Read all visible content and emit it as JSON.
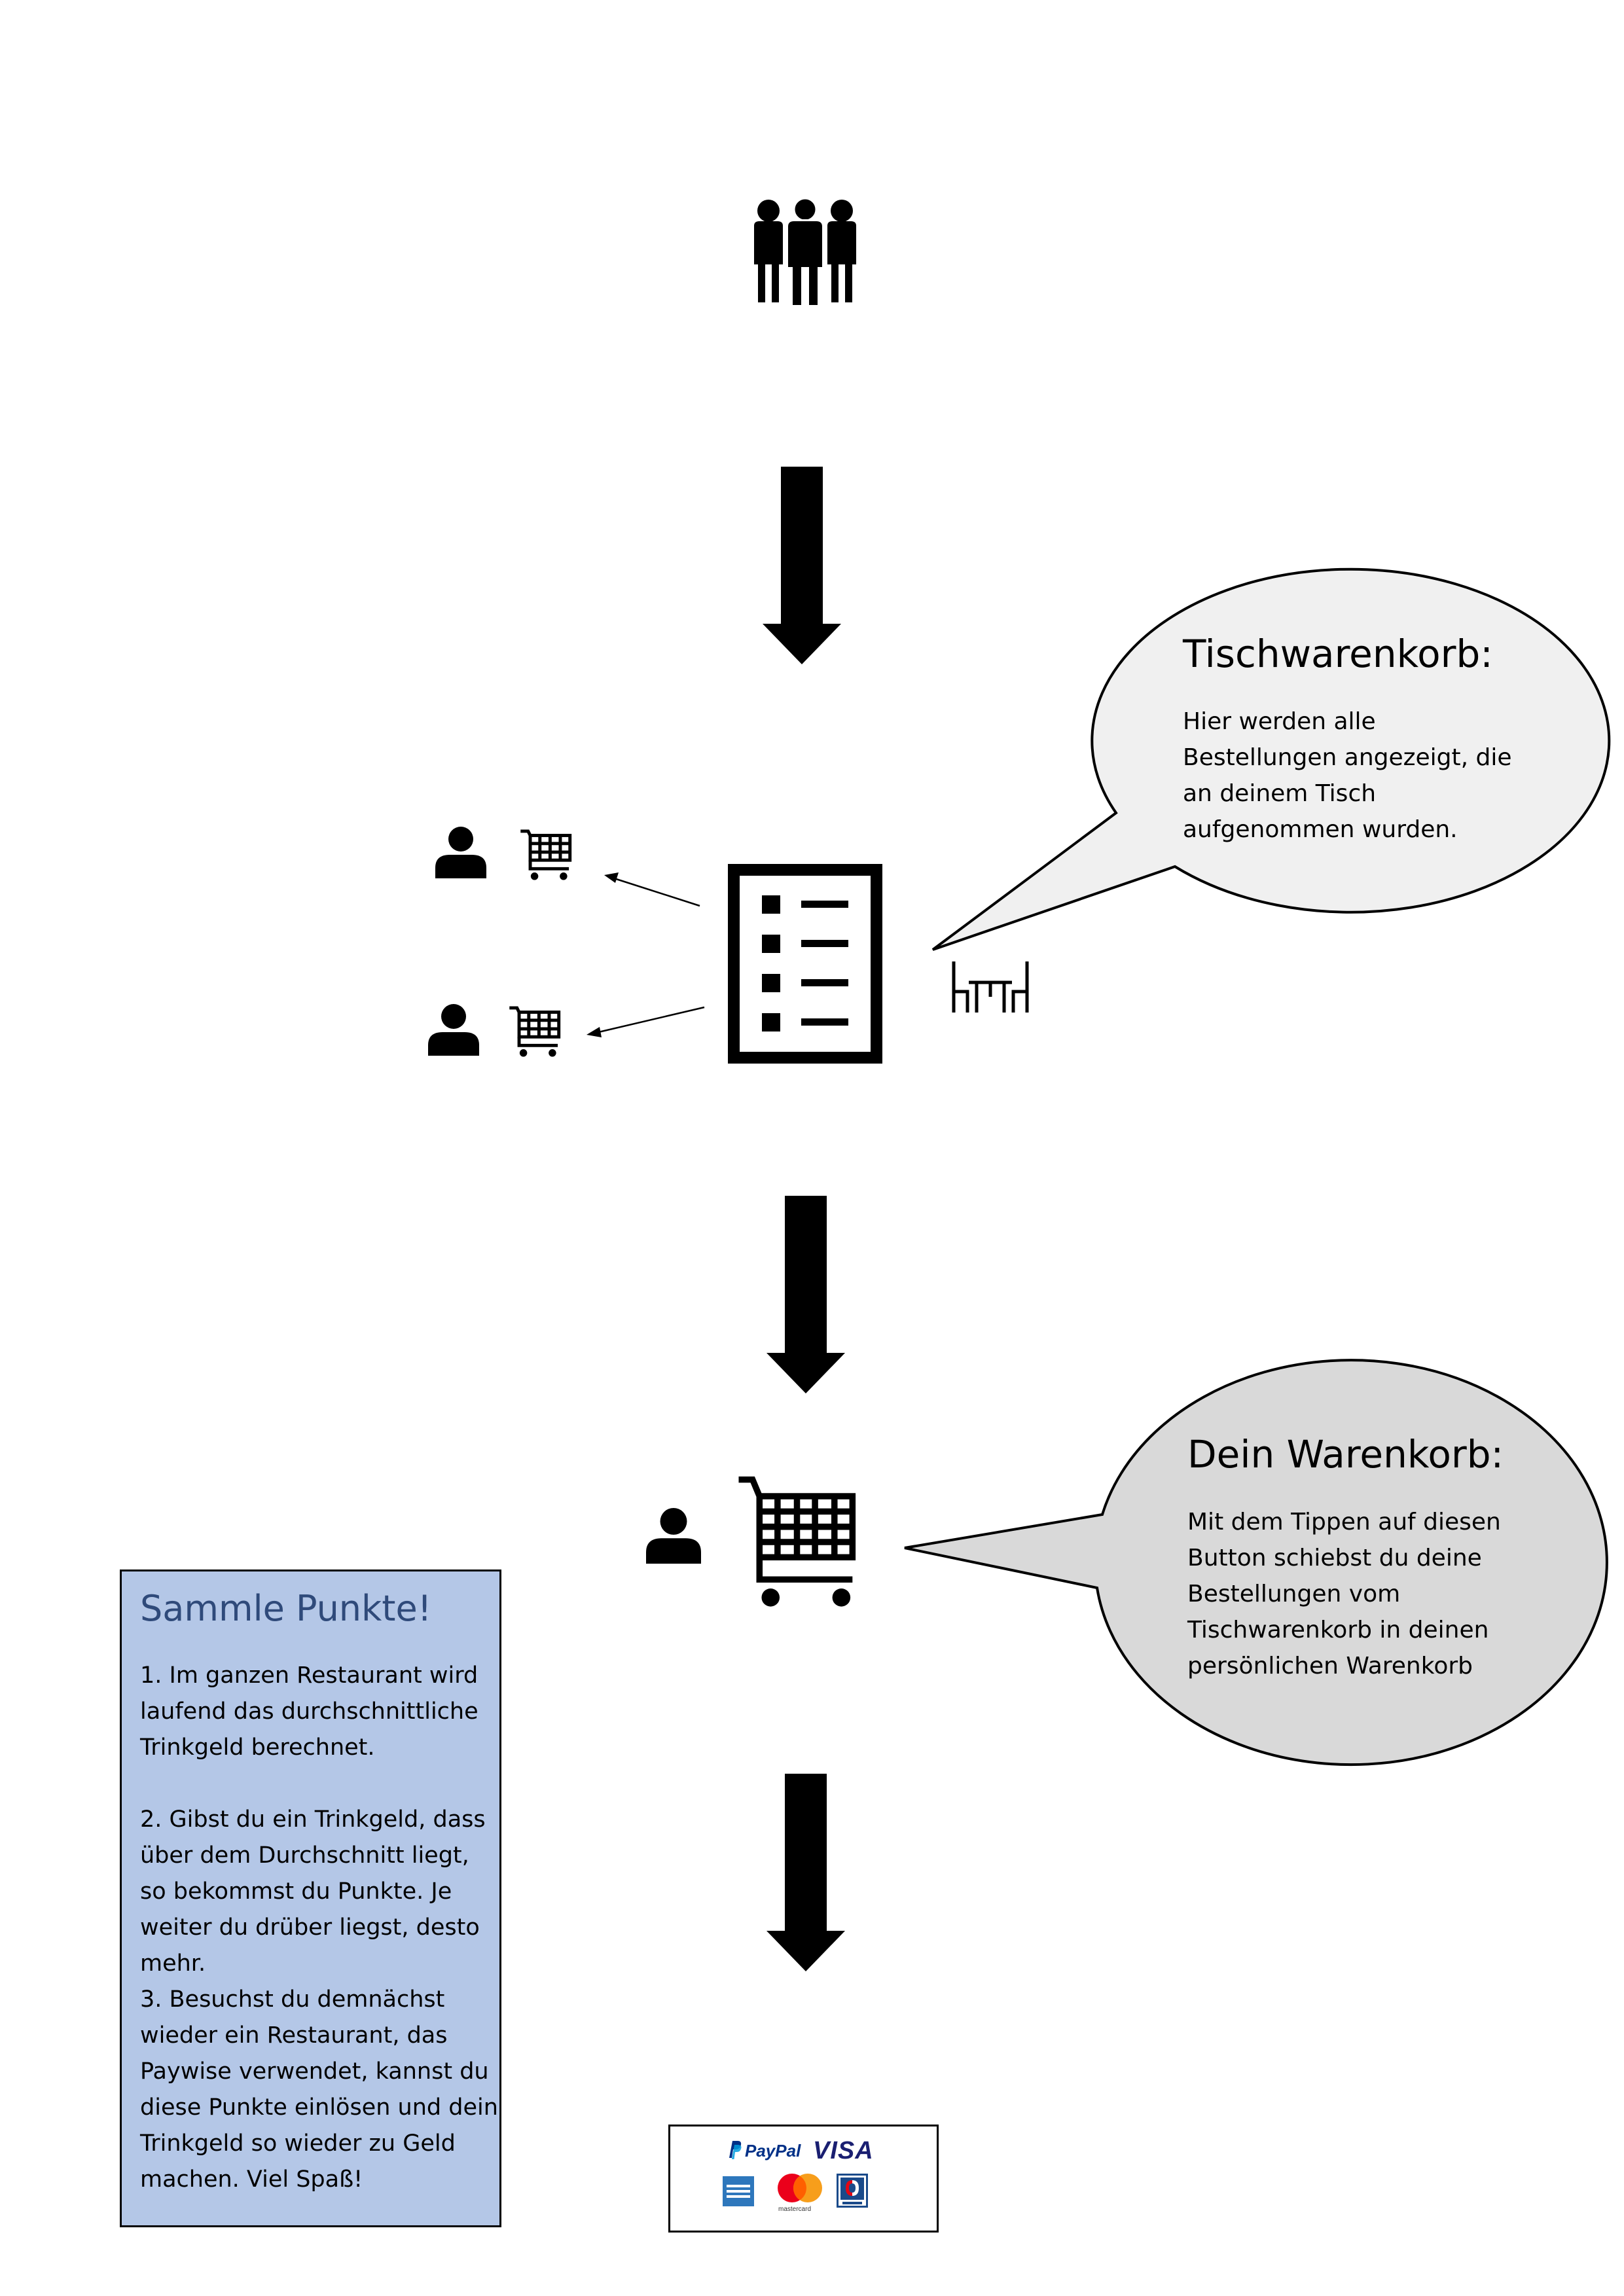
{
  "table_cart_bubble": {
    "title": "Tischwarenkorb:",
    "lines": [
      "Hier werden alle",
      "Bestellungen angezeigt, die",
      "an deinem Tisch",
      "aufgenommen wurden."
    ]
  },
  "your_cart_bubble": {
    "title": "Dein Warenkorb:",
    "lines": [
      "Mit dem Tippen auf diesen",
      "Button schiebst du deine",
      "Bestellungen vom",
      "Tischwarenkorb in deinen",
      "persönlichen Warenkorb"
    ]
  },
  "points_box": {
    "title": "Sammle Punkte!",
    "paragraphs": [
      {
        "lines": [
          "1. Im ganzen Restaurant wird",
          "laufend das durchschnittliche",
          "Trinkgeld berechnet."
        ]
      },
      {
        "lines": [
          "2. Gibst du ein Trinkgeld, dass",
          "über dem Durchschnitt liegt,",
          "so bekommst du Punkte. Je",
          "weiter du drüber liegst, desto",
          "mehr."
        ]
      },
      {
        "lines": [
          "3. Besuchst du demnächst",
          "wieder ein Restaurant, das",
          "Paywise verwendet, kannst du",
          "diese Punkte einlösen und dein",
          "Trinkgeld so wieder zu Geld",
          "machen. Viel Spaß!"
        ]
      }
    ]
  },
  "payment_methods": {
    "paypal": "PayPal",
    "visa": "VISA",
    "mastercard": "mastercard",
    "icons": [
      "paypal-icon",
      "visa-icon",
      "amex-icon",
      "mastercard-icon",
      "ec-icon"
    ]
  },
  "colors": {
    "bubble_table": "#f0f0f0",
    "bubble_yours": "#d9d9d9",
    "points_box_bg": "#b4c7e7",
    "points_title": "#2f4a7a",
    "paypal_dark": "#003087",
    "paypal_light": "#009cde",
    "visa_blue": "#1a1f71",
    "mastercard_red": "#eb001b",
    "mastercard_yellow": "#f79e1b",
    "amex_blue": "#2e77bc"
  }
}
